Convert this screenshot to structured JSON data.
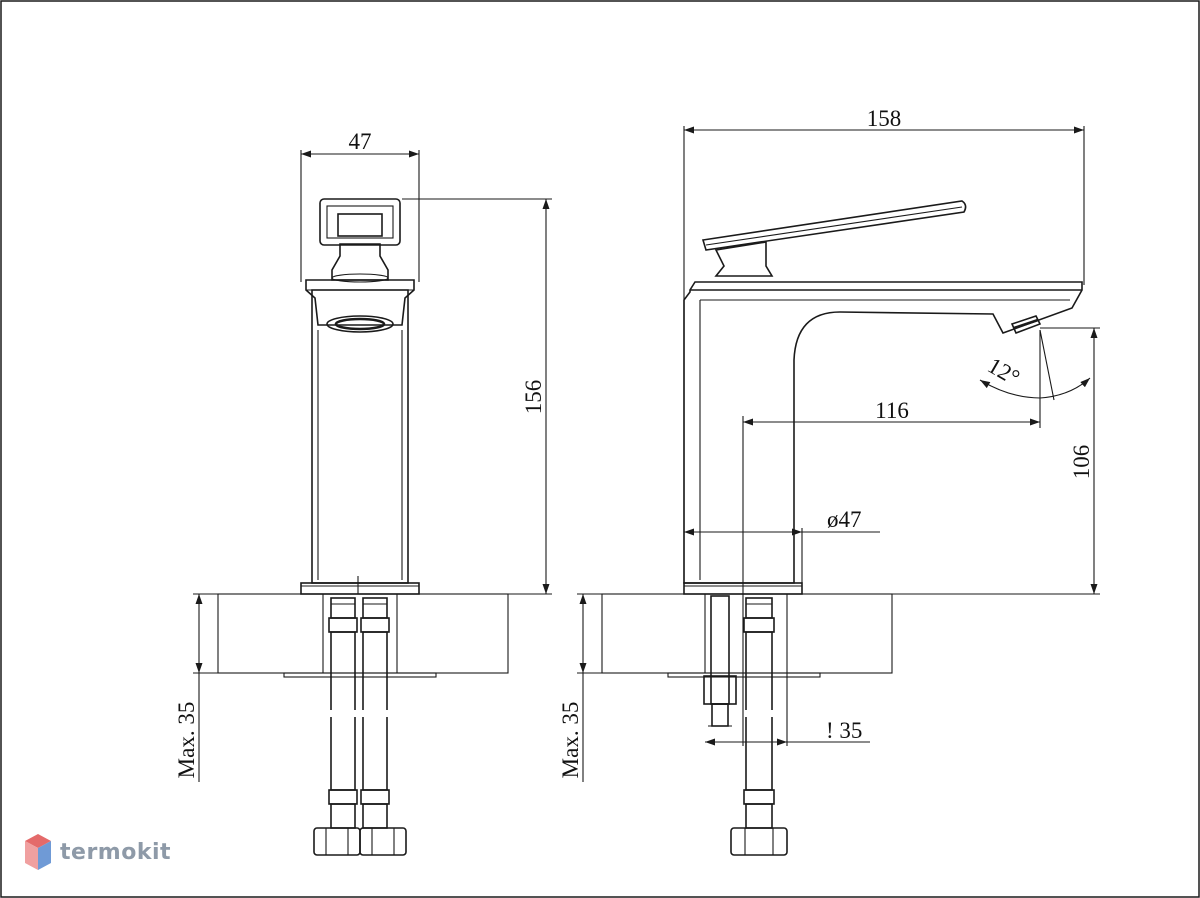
{
  "dimensions": {
    "front_width": "47",
    "front_height": "156",
    "front_max_thickness": "Max. 35",
    "side_length": "158",
    "side_reach": "116",
    "side_height": "106",
    "side_diameter": "ø47",
    "side_angle": "12°",
    "side_max_thickness": "Max. 35",
    "side_hole": "! 35"
  },
  "brand": {
    "name": "termokit"
  },
  "colors": {
    "line": "#1a1a1a",
    "brand": "#8e9aa8",
    "brand_icon_top": "#e46a6a",
    "brand_icon_side": "#6f9ad6"
  }
}
